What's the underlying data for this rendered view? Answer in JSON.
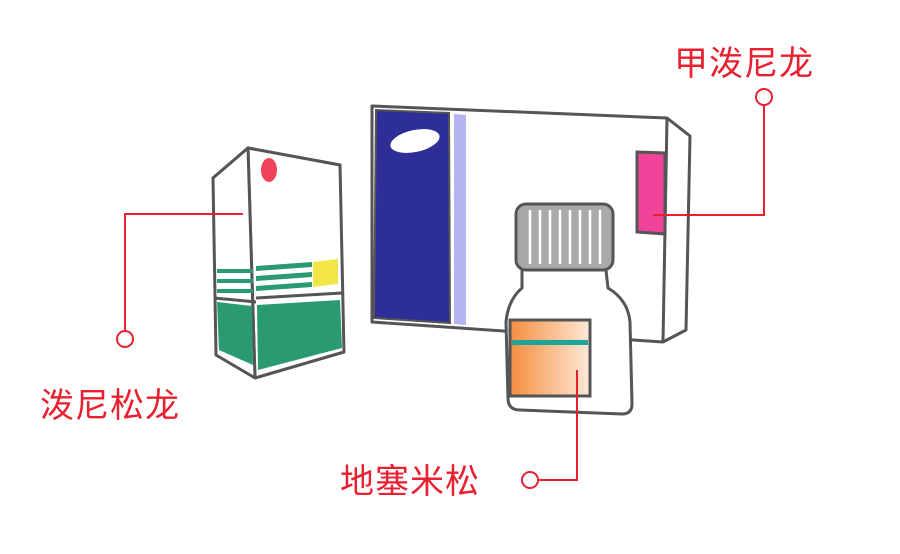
{
  "labels": {
    "prednisone": "泼尼松龙",
    "methylprednisolone": "甲泼尼龙",
    "dexamethasone": "地塞米松"
  },
  "colors": {
    "callout": "#e8202f",
    "outline": "#555555",
    "navy": "#2e2e99",
    "lavender": "#b4b4f2",
    "magenta": "#f0439a",
    "green": "#2a9a70",
    "yellow": "#f2e646",
    "pink_dot": "#f0435a",
    "teal": "#1fa39a",
    "orange": "#f59a4f",
    "cap_gray": "#a9a9a9"
  }
}
